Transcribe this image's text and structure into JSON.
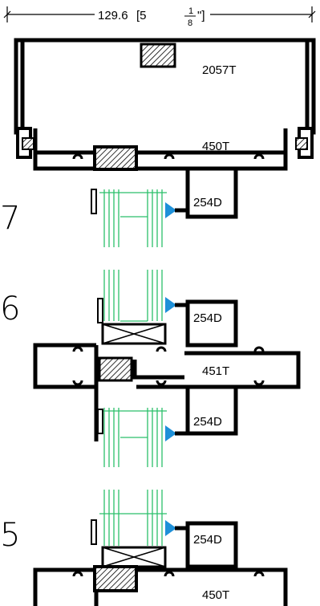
{
  "dimension": {
    "value": "129.6",
    "imperial_open": "[5",
    "frac_num": "1",
    "frac_den": "8",
    "imperial_close": "\"]"
  },
  "floors": [
    {
      "number": "7"
    },
    {
      "number": "6"
    },
    {
      "number": "5"
    }
  ],
  "profiles": {
    "head": "2057T",
    "sill_top": "450T",
    "mullion_mid": "451T",
    "sill_bottom": "450T",
    "vent_7": "254D",
    "vent_6a": "254D",
    "vent_6b": "254D",
    "vent_5": "254D"
  },
  "colors": {
    "line": "#000000",
    "glass": "#2bbf6a",
    "gasket": "#1e90d8"
  }
}
